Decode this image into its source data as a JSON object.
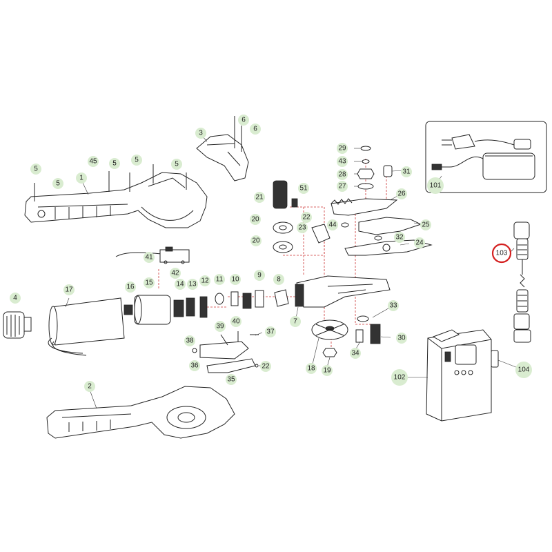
{
  "callouts": [
    {
      "id": "c1",
      "text": "1"
    },
    {
      "id": "c2",
      "text": "2"
    },
    {
      "id": "c3",
      "text": "3"
    },
    {
      "id": "c4",
      "text": "4"
    },
    {
      "id": "c5a",
      "text": "5"
    },
    {
      "id": "c5b",
      "text": "5"
    },
    {
      "id": "c5c",
      "text": "5"
    },
    {
      "id": "c5d",
      "text": "5"
    },
    {
      "id": "c5e",
      "text": "5"
    },
    {
      "id": "c6a",
      "text": "6"
    },
    {
      "id": "c6b",
      "text": "6"
    },
    {
      "id": "c7",
      "text": "7"
    },
    {
      "id": "c8",
      "text": "8"
    },
    {
      "id": "c9",
      "text": "9"
    },
    {
      "id": "c10",
      "text": "10"
    },
    {
      "id": "c11",
      "text": "11"
    },
    {
      "id": "c12",
      "text": "12"
    },
    {
      "id": "c13",
      "text": "13"
    },
    {
      "id": "c14",
      "text": "14"
    },
    {
      "id": "c15",
      "text": "15"
    },
    {
      "id": "c16",
      "text": "16"
    },
    {
      "id": "c17",
      "text": "17"
    },
    {
      "id": "c18",
      "text": "18"
    },
    {
      "id": "c19",
      "text": "19"
    },
    {
      "id": "c20a",
      "text": "20"
    },
    {
      "id": "c20b",
      "text": "20"
    },
    {
      "id": "c21",
      "text": "21"
    },
    {
      "id": "c22a",
      "text": "22"
    },
    {
      "id": "c22b",
      "text": "22"
    },
    {
      "id": "c23",
      "text": "23"
    },
    {
      "id": "c24",
      "text": "24"
    },
    {
      "id": "c25",
      "text": "25"
    },
    {
      "id": "c26",
      "text": "26"
    },
    {
      "id": "c27",
      "text": "27"
    },
    {
      "id": "c28",
      "text": "28"
    },
    {
      "id": "c29",
      "text": "29"
    },
    {
      "id": "c30",
      "text": "30"
    },
    {
      "id": "c31",
      "text": "31"
    },
    {
      "id": "c32",
      "text": "32"
    },
    {
      "id": "c33",
      "text": "33"
    },
    {
      "id": "c34",
      "text": "34"
    },
    {
      "id": "c35",
      "text": "35"
    },
    {
      "id": "c36",
      "text": "36"
    },
    {
      "id": "c37",
      "text": "37"
    },
    {
      "id": "c38",
      "text": "38"
    },
    {
      "id": "c39",
      "text": "39"
    },
    {
      "id": "c40",
      "text": "40"
    },
    {
      "id": "c41",
      "text": "41"
    },
    {
      "id": "c42",
      "text": "42"
    },
    {
      "id": "c43",
      "text": "43"
    },
    {
      "id": "c44",
      "text": "44"
    },
    {
      "id": "c45",
      "text": "45"
    },
    {
      "id": "c51",
      "text": "51"
    },
    {
      "id": "c101",
      "text": "101"
    },
    {
      "id": "c102",
      "text": "102"
    },
    {
      "id": "c103",
      "text": "103"
    },
    {
      "id": "c104",
      "text": "104"
    }
  ],
  "highlight": {
    "part": "103",
    "ring_color": "#d42020"
  },
  "colors": {
    "bubble": "#d9ecd0",
    "ink": "#222222",
    "assembly_line": "#cc3333"
  }
}
